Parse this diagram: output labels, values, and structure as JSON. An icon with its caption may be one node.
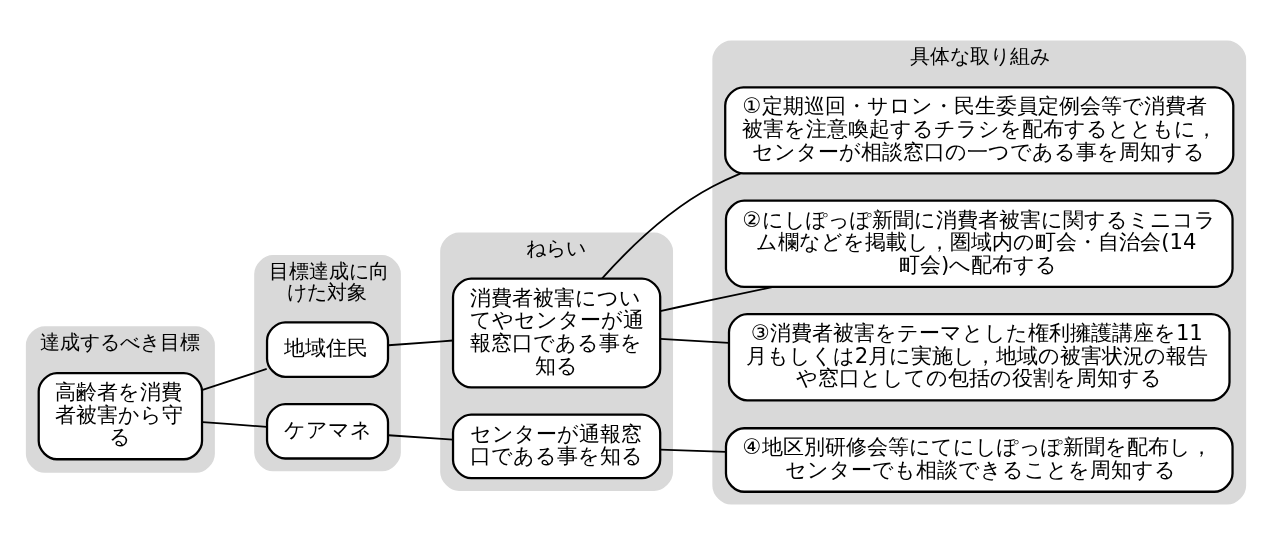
{
  "diagram": {
    "nodes": [
      {
        "text": [
          "達成するべき目標"
        ]
      },
      {
        "text": [
          "高齢者を消費者被害から守る"
        ],
        "in": 0
      },
      {
        "text": [
          "目標達成に向けた対象"
        ]
      },
      {
        "text": [
          "地域住民"
        ],
        "in": 2
      },
      {
        "text": [
          "ケアマネ"
        ],
        "in": 2
      },
      {
        "text": [
          "ねらい"
        ]
      },
      {
        "text": [
          "消費者被害についてやセンターが通報窓口である事を知る"
        ],
        "in": 5
      },
      {
        "text": [
          "センターが通報窓口である事を知る"
        ],
        "in": 5
      },
      {
        "text": [
          "具体な取り組み"
        ]
      },
      {
        "text": [
          "①定期巡回・サロン・民生委員定例会等で消費者被害を注意喚起するチラシを配布するとともに，センターが相談窓口の一つである事を周知する"
        ],
        "in": 8
      },
      {
        "text": [
          "②にしぽっぽ新聞に消費者被害に関するミニコラム欄などを掲載し，圏域内の町会・自治会(14町会)へ配布する"
        ],
        "in": 8
      },
      {
        "text": [
          "③消費者被害をテーマとした権利擁護講座を11月もしくは2月に実施し，地域の被害状況の報告や窓口としての包括の役割を周知する"
        ],
        "in": 8
      },
      {
        "text": [
          "④地区別研修会等にてにしぽっぽ新聞を配布し，センターでも相談できることを周知する"
        ],
        "in": 8
      }
    ],
    "edges": [
      {
        "from": 1,
        "to": 3,
        "arrow": "none"
      },
      {
        "from": 1,
        "to": 4,
        "arrow": "none"
      },
      {
        "from": 3,
        "to": 6,
        "arrow": "none"
      },
      {
        "from": 4,
        "to": 7,
        "arrow": "none"
      },
      {
        "from": 6,
        "to": 9,
        "arrow": "none"
      },
      {
        "from": 6,
        "to": 10,
        "arrow": "none"
      },
      {
        "from": 6,
        "to": 11,
        "arrow": "none"
      },
      {
        "from": 7,
        "to": 12,
        "arrow": "none"
      }
    ]
  }
}
